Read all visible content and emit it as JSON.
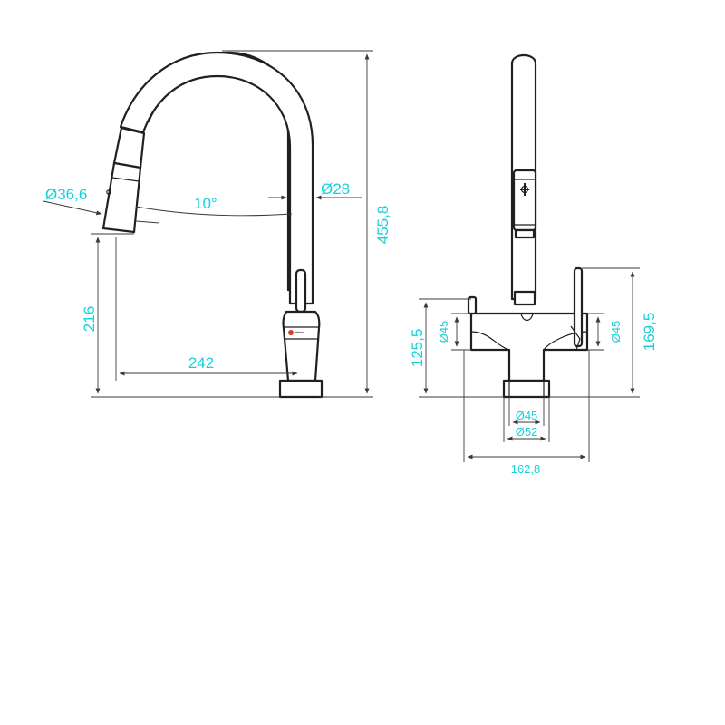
{
  "side_view": {
    "dimensions": {
      "spray_diameter": "Ø36,6",
      "angle": "10°",
      "spout_diameter": "Ø28",
      "total_height": "455,8",
      "spray_height": "216",
      "reach": "242"
    },
    "logo": "alveus"
  },
  "front_view": {
    "dimensions": {
      "left_handle_diameter": "Ø45",
      "right_handle_diameter": "Ø45",
      "body_height": "125,5",
      "handle_height": "169,5",
      "base_inner_diameter": "Ø45",
      "base_outer_diameter": "Ø52",
      "overall_width": "162,8"
    }
  },
  "colors": {
    "dimension_text": "#18d0d8",
    "outline": "#231f20",
    "dimension_line": "#3a3a3a"
  }
}
